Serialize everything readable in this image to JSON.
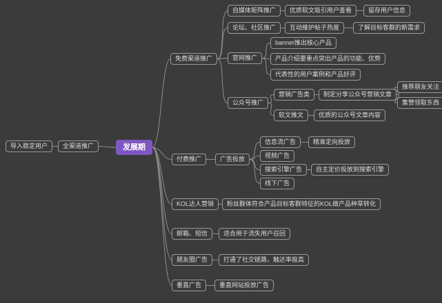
{
  "colors": {
    "background": "#3b3b3b",
    "node_border": "#9a9a9a",
    "node_text": "#dcdcdc",
    "root_bg": "#7e57c2",
    "root_text": "#ffffff",
    "edge": "#8f8f8f"
  },
  "nodes": {
    "import": "导入稳定用户",
    "channel": "全渠道推广",
    "root": "发展期",
    "free": "免费渠道推广",
    "media": "自媒体矩阵推广",
    "media_soft": "优质软文吸引用户查看",
    "media_retain": "留存用户信息",
    "forum": "论坛、社区推广",
    "forum_interact": "互动维护帖子热度",
    "forum_needs": "了解目标客群的新需求",
    "site": "官网推广",
    "site_banner": "banner推出核心产品",
    "site_intro": "产品介绍要重点突出产品的功能、优势",
    "site_cases": "代表性的用户案例和产品好评",
    "wechat": "公众号推广",
    "wx_marketing": "营销广告类",
    "wx_share": "制定分享公众号营销文章",
    "wx_follow": "推荐朋友关注",
    "wx_likes": "集赞领取东西",
    "wx_soft": "软文推文",
    "wx_content": "优质的公众号文章内容",
    "paid": "付费推广",
    "ads": "广告投放",
    "feed": "信息流广告",
    "feed_target": "精准定向投放",
    "video": "视频广告",
    "search": "搜索引擎广告",
    "search_bid": "自主定价投放到搜索引擎",
    "offline": "线下广告",
    "kol": "KOL达人营销",
    "kol_desc": "粉丝群体符合产品目标客群特征的KOL做产品种草转化",
    "email": "邮箱、短信",
    "email_desc": "适合用于流失用户召回",
    "moments": "朋友圈广告",
    "moments_desc": "打通了社交链路，触达率极高",
    "vertical": "垂直广告",
    "vertical_desc": "垂直网站投放广告"
  }
}
